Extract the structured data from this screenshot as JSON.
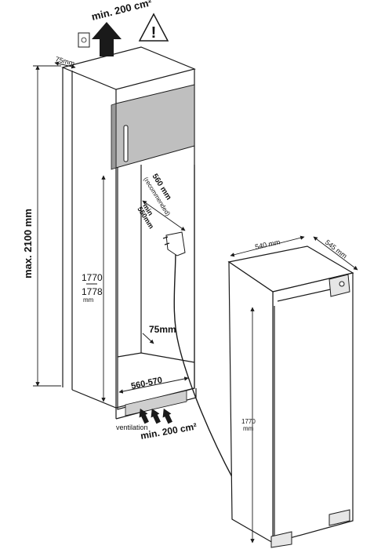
{
  "labels": {
    "top_vent": "min. 200 cm²",
    "top_depth": "75mm",
    "max_height": "max. 2100 mm",
    "niche_depth_rec_1": "560 mm",
    "niche_depth_rec_2": "(recommended)",
    "niche_depth_min_1": "min",
    "niche_depth_min_2": "550mm",
    "niche_height_1": "1770",
    "niche_height_2": "1778",
    "niche_height_unit": "mm",
    "bottom_depth": "75mm",
    "niche_width": "560-570",
    "ventilation": "ventilation",
    "bottom_vent": "min. 200 cm²",
    "appliance_width": "540 mm",
    "appliance_depth": "545 mm",
    "appliance_height_1": "1770",
    "appliance_height_2": "mm"
  },
  "icons": {
    "warning": "warning-triangle-icon",
    "outlet": "wall-socket-icon",
    "arrow": "airflow-arrow-icon"
  },
  "colors": {
    "line": "#1a1a1a",
    "door_panel": "#bfbfbf",
    "vent_grille": "#cfcfcf",
    "background": "#ffffff"
  }
}
